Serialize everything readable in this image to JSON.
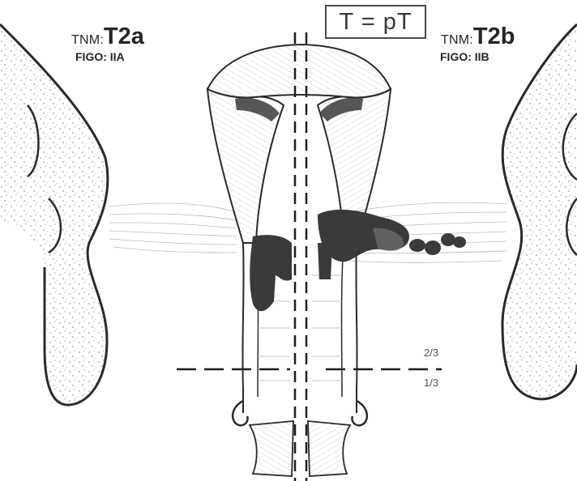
{
  "figure": {
    "left_stage": {
      "tnm_prefix": "TNM:",
      "tnm_stage": "T2a",
      "figo": "FIGO: IIA"
    },
    "right_stage": {
      "tnm_prefix": "TNM:",
      "tnm_stage": "T2b",
      "figo": "FIGO: IIB"
    },
    "center_box": "T = pT",
    "vagina_levels": {
      "upper": "2/3",
      "lower": "1/3"
    }
  },
  "colors": {
    "line": "#2a2a2a",
    "tumor": "#3a3a3a",
    "dashes": "#1e1e1e"
  }
}
